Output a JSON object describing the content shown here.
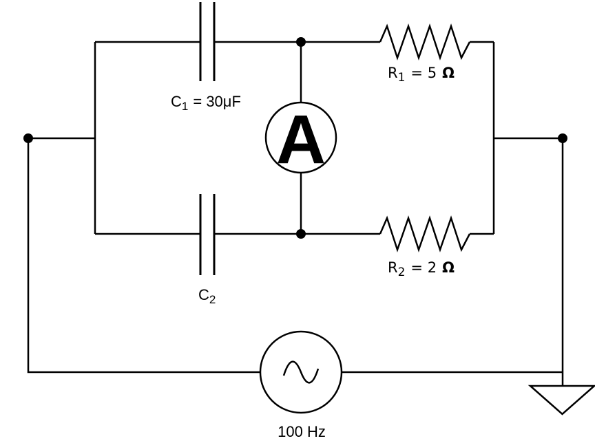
{
  "colors": {
    "background": "#ffffff",
    "line": "#000000"
  },
  "components": {
    "capacitor_c1": {
      "ref": "C",
      "sub": "1",
      "value": "= 30μF"
    },
    "capacitor_c2": {
      "ref": "C",
      "sub": "2"
    },
    "resistor_r1": {
      "ref": "R",
      "sub": "1",
      "value": "= 5",
      "unit": "Ω"
    },
    "resistor_r2": {
      "ref": "R",
      "sub": "2",
      "value": "= 2",
      "unit": "Ω"
    },
    "ammeter": {
      "symbol": "A"
    },
    "ac_source": {
      "frequency": "100 Hz"
    }
  }
}
